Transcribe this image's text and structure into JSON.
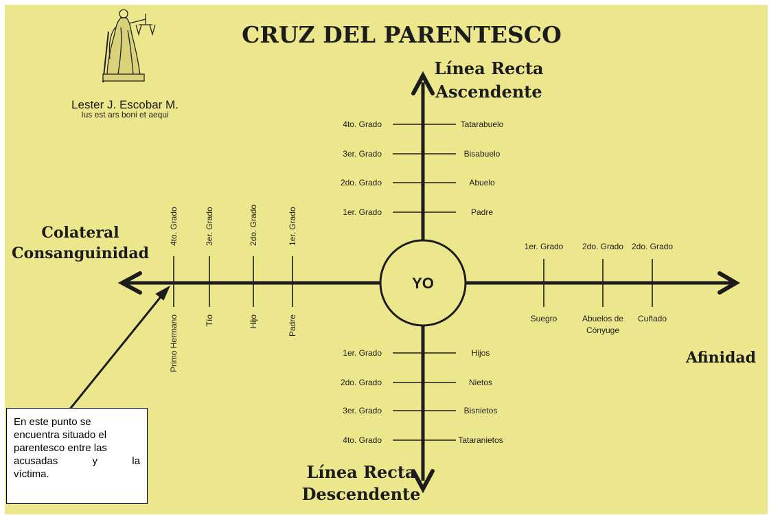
{
  "title": "CRUZ DEL PARENTESCO",
  "author": {
    "name": "Lester J. Escobar M.",
    "motto": "Ius est ars boni et aequi"
  },
  "center_label": "YO",
  "axes": {
    "up": [
      "Línea Recta",
      "Ascendente"
    ],
    "down": [
      "Línea Recta",
      "Descendente"
    ],
    "left": [
      "Colateral",
      "Consanguinidad"
    ],
    "right": [
      "Afinidad"
    ]
  },
  "ascendente": [
    {
      "grado": "4to. Grado",
      "pariente": "Tatarabuelo"
    },
    {
      "grado": "3er. Grado",
      "pariente": "Bisabuelo"
    },
    {
      "grado": "2do. Grado",
      "pariente": "Abuelo"
    },
    {
      "grado": "1er. Grado",
      "pariente": "Padre"
    }
  ],
  "descendente": [
    {
      "grado": "1er. Grado",
      "pariente": "Hijos"
    },
    {
      "grado": "2do. Grado",
      "pariente": "Nietos"
    },
    {
      "grado": "3er. Grado",
      "pariente": "Bisnietos"
    },
    {
      "grado": "4to. Grado",
      "pariente": "Tataranietos"
    }
  ],
  "colateral": [
    {
      "grado": "4to. Grado",
      "pariente": "Primo Hermano"
    },
    {
      "grado": "3er. Grado",
      "pariente": "Tío"
    },
    {
      "grado": "2do. Grado",
      "pariente": "Hijo"
    },
    {
      "grado": "1er. Grado",
      "pariente": "Padre"
    }
  ],
  "afinidad": [
    {
      "grado": "1er. Grado",
      "pariente": "Suegro"
    },
    {
      "grado": "2do. Grado",
      "pariente": [
        "Abuelos de",
        "Cónyuge"
      ]
    },
    {
      "grado": "2do. Grado",
      "pariente": "Cuñado"
    }
  ],
  "note": [
    "En este punto se",
    "encuentra situado el",
    "parentesco entre las",
    "acusadas y la",
    "víctima."
  ],
  "colors": {
    "background": "#ece78c",
    "ink": "#1c1c1c",
    "box": "#ffffff"
  }
}
